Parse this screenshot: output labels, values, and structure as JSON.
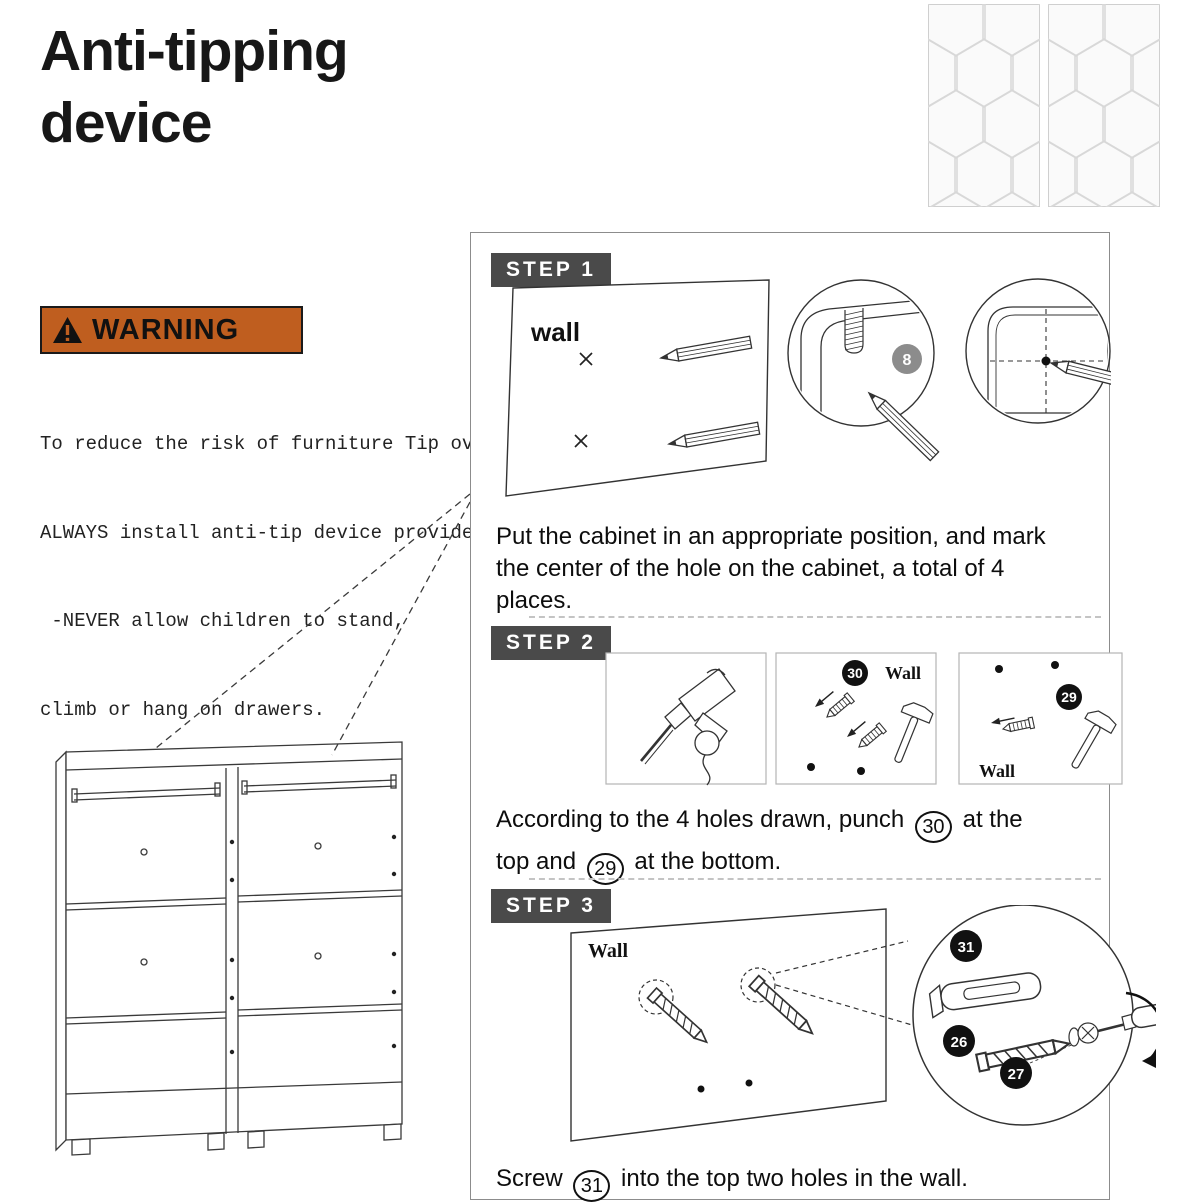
{
  "page": {
    "title_line1": "Anti-tipping",
    "title_line2": "device"
  },
  "warning": {
    "label": "WARNING",
    "line1": "To reduce the risk of furniture Tip over”",
    "line2": "ALWAYS install anti-tip device provided",
    "line3": " -NEVER allow children to stand,",
    "line4": "climb or hang on drawers."
  },
  "step1": {
    "label": "STEP 1",
    "wall_label": "wall",
    "badge_part8": "8",
    "text": "Put the cabinet in an appropriate position, and mark the center of the hole on the cabinet, a total of 4 places."
  },
  "step2": {
    "label": "STEP 2",
    "badge_part30": "30",
    "badge_part29": "29",
    "wall_label_top": "Wall",
    "wall_label_bottom": "Wall",
    "text_before": "According to the 4 holes drawn, punch",
    "num_top": "30",
    "text_mid": "at the top and",
    "num_bottom": "29",
    "text_after": "at the bottom."
  },
  "step3": {
    "label": "STEP 3",
    "wall_label": "Wall",
    "badge_part31": "31",
    "badge_part26": "26",
    "badge_part27": "27",
    "text_before": "Screw",
    "num_screw": "31",
    "text_after": "into the top two holes in the wall."
  },
  "colors": {
    "warning_bg": "#bf5e1f",
    "step_label_bg": "#4a4a4a",
    "badge_black": "#111111",
    "badge_gray": "#8c8c8c"
  }
}
